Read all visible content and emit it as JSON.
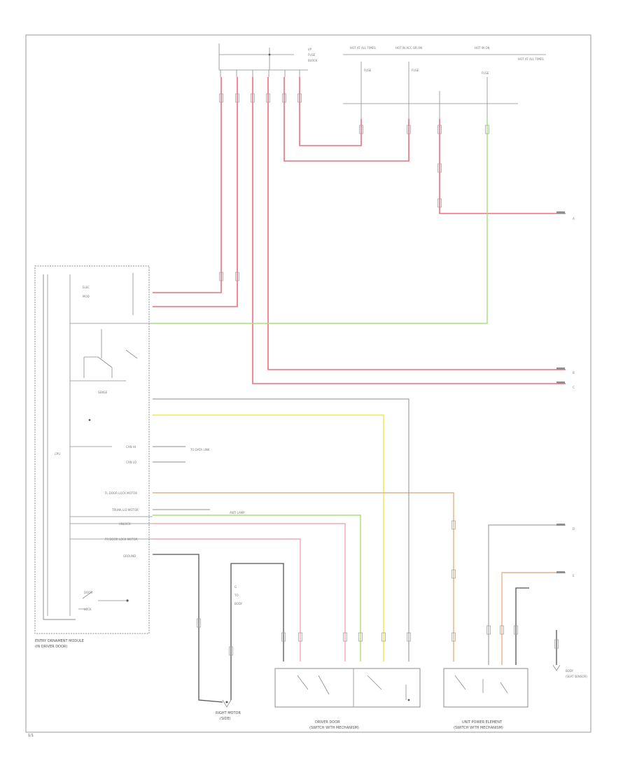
{
  "diagram_id": "1/1",
  "colors": {
    "red": "#f06d7a",
    "green": "#a3e27a",
    "yellow": "#ecec5a",
    "orange": "#e9b189",
    "pink": "#f3a8b5",
    "gray": "#8f8f8f",
    "black": "#555555"
  },
  "labels": {
    "module_name": "ENTRY ORNAMENT MODULE",
    "module_sub": "(IN DRIVER DOOR)",
    "ground_name": "RIGHT MOTOR",
    "ground_sub": "(SIDE)",
    "buckle_name": "DRIVER DOOR",
    "buckle_sub": "(SWITCH WITH MECHANISM)",
    "power_name": "UNIT POWER ELEMENT",
    "power_sub": "(SWITCH WITH MECHANISM)",
    "sensor_name": "BODY",
    "sensor_sub": "(SEAT SENSOR)",
    "fuse_a": "FUSE",
    "fuse_b": "FUSE",
    "fuse_c": "FUSE",
    "hot_a": "HOT AT ALL TIMES",
    "hot_b": "HOT IN ACC OR ON",
    "hot_c": "HOT IN ON",
    "ref_a": "HOT AT ALL TIMES"
  }
}
